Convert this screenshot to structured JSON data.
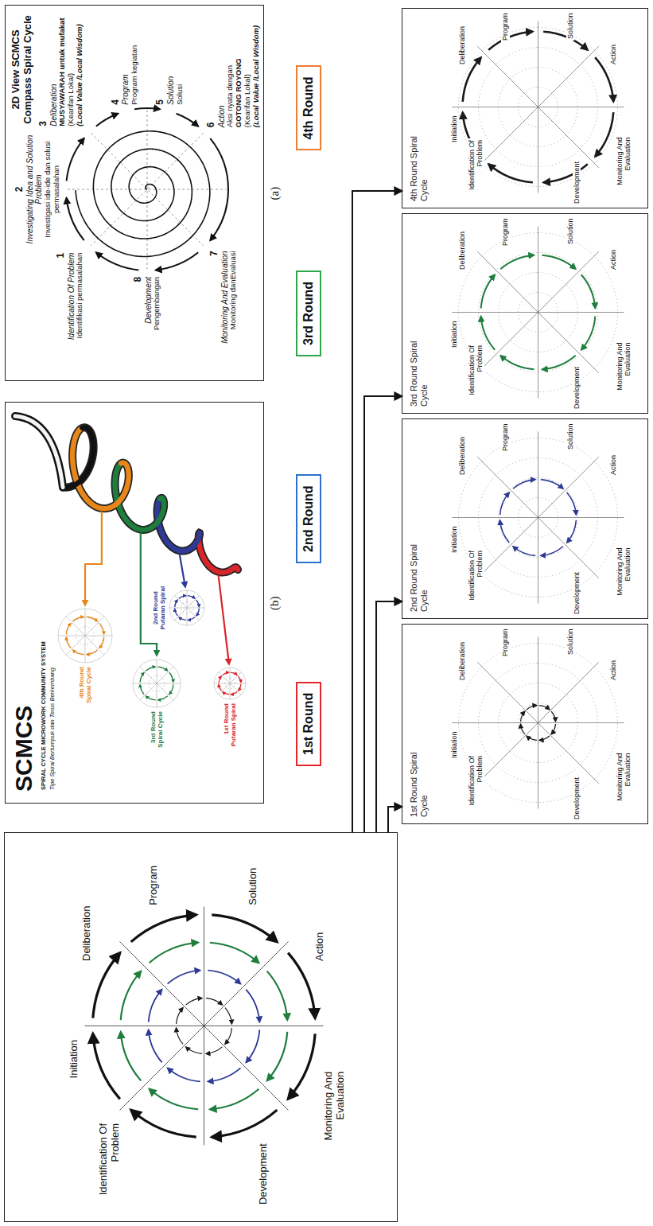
{
  "diagram": {
    "nodes": [
      {
        "text": [
          "2D View SCMCS Compass Spiral Cycle",
          "1",
          "Identification Of Problem",
          "Identifikasi permasalahan",
          "2",
          "Investigating Idea and Solution Problem",
          "Investigasi ide-ide dan solusi permasalahan",
          "3",
          "Deliberation",
          "MUSYAWARAH untuk mufakat",
          "(Kearifan Lokal)",
          "(Local Value /Local Wisdom)",
          "4",
          "Program",
          "Program kegiatan",
          "5",
          "Solution",
          "Solusi",
          "6",
          "Action",
          "Aksi nyata dengan",
          "GOTONG ROYONG",
          "(Kearifan Lokal)",
          "(Local Value /Local Wisdom)",
          "7",
          "Monitoring And Evaluation",
          "Monitoring danEvaluasi",
          "8",
          "Development",
          "Pengembangan"
        ]
      },
      {
        "text": [
          "SCMCS",
          "SPIRAL CYCLE MICROWORK COMMUNITY SYSTEM",
          "Tipe Spiral Bertumpuk dan Terus Berkembang",
          "4th Round Spiral Cycle",
          "3rd Round Spiral Cycle",
          "2nd Round Putaran Spiral",
          "1st Round Putaran Spiral"
        ]
      },
      {
        "text": [
          "Identification Of Problem",
          "Initiation",
          "Deliberation",
          "Program",
          "Solution",
          "Action",
          "Monitoring And Evaluation",
          "Development"
        ]
      },
      {
        "text": [
          "1st Round"
        ]
      },
      {
        "text": [
          "1st Round Spiral Cycle",
          "Identification Of Problem",
          "Initiation",
          "Deliberation",
          "Program",
          "Solution",
          "Action",
          "Monitoring And Evaluation",
          "Development"
        ]
      },
      {
        "text": [
          "2nd Round"
        ]
      },
      {
        "text": [
          "2nd Round Spiral Cycle",
          "Identification Of Problem",
          "Initiation",
          "Deliberation",
          "Program",
          "Solution",
          "Action",
          "Monitoring And Evaluation",
          "Development"
        ]
      },
      {
        "text": [
          "3rd Round"
        ]
      },
      {
        "text": [
          "3rd Round Spiral Cycle",
          "Identification Of Problem",
          "Initiation",
          "Deliberation",
          "Program",
          "Solution",
          "Action",
          "Monitoring And Evaluation",
          "Development"
        ]
      },
      {
        "text": [
          "4th Round"
        ]
      },
      {
        "text": [
          "4th Round Spiral Cycle",
          "Identification Of Problem",
          "Initiation",
          "Deliberation",
          "Program",
          "Solution",
          "Action",
          "Monitoring And Evaluation",
          "Development"
        ]
      }
    ],
    "edges": [
      {
        "from": 2,
        "to": 4,
        "arrow": "to"
      },
      {
        "from": 2,
        "to": 6,
        "arrow": "to"
      },
      {
        "from": 2,
        "to": 8,
        "arrow": "to"
      },
      {
        "from": 2,
        "to": 10,
        "arrow": "to"
      }
    ],
    "labels": [
      "(a)",
      "(b)"
    ]
  }
}
